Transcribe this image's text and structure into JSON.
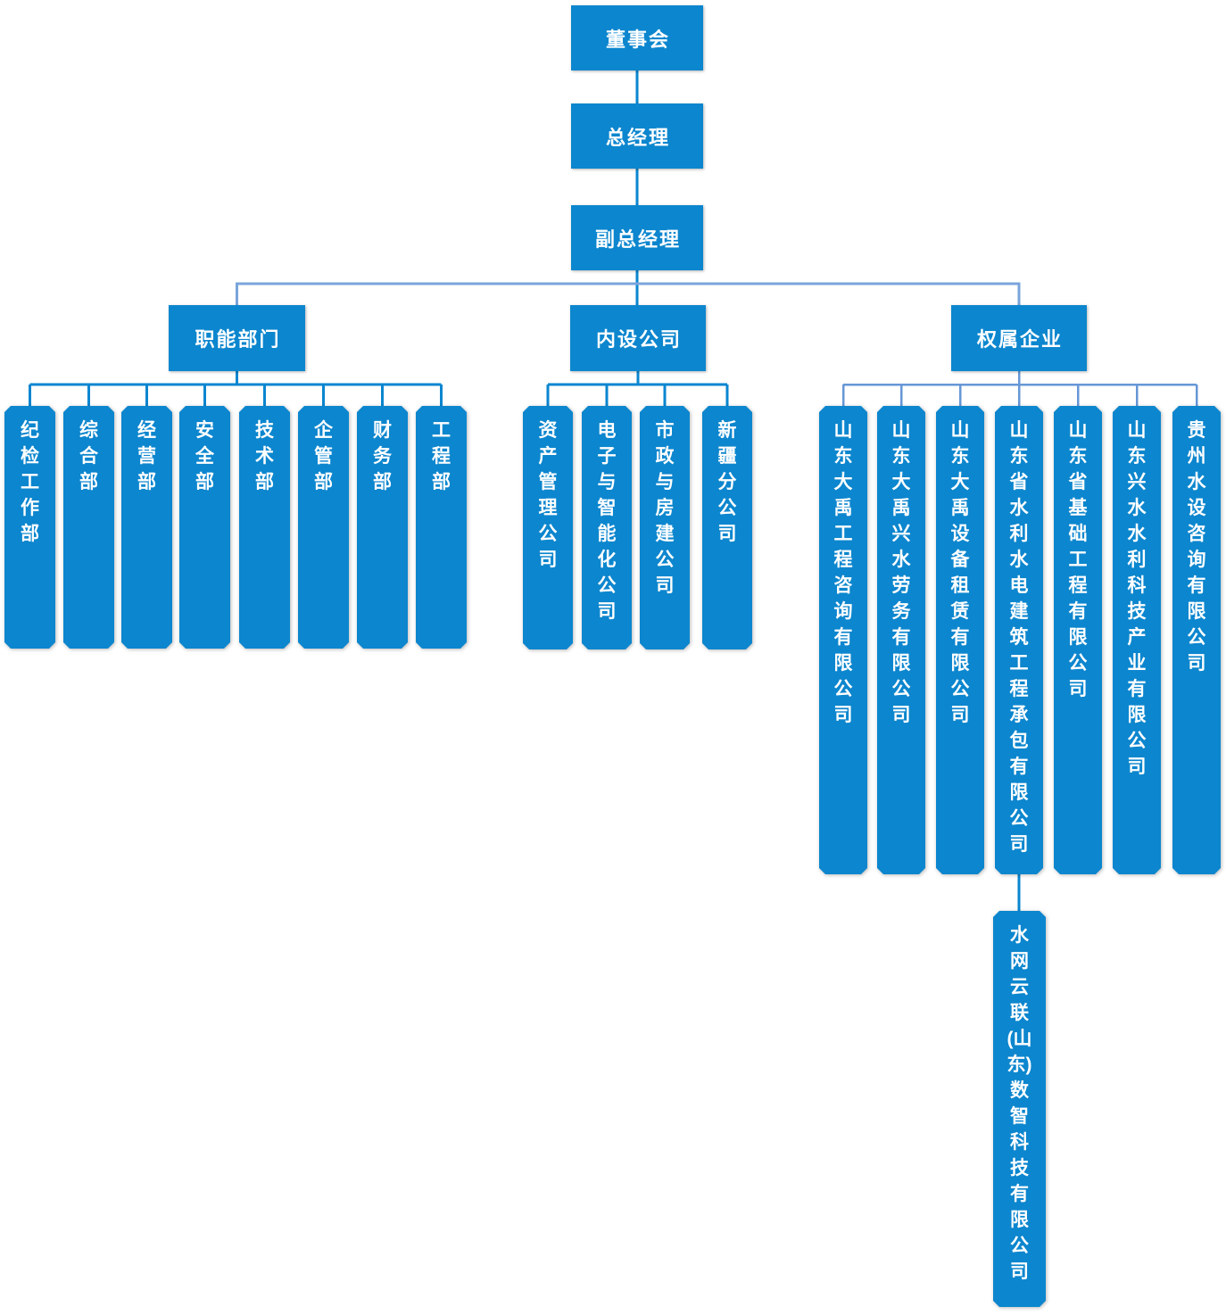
{
  "chart": {
    "type": "org-chart",
    "chain": [
      {
        "label": "董事会"
      },
      {
        "label": "总经理"
      },
      {
        "label": "副总经理"
      }
    ],
    "branches": [
      {
        "label": "职能部门",
        "children": [
          "纪检工作部",
          "综合部",
          "经营部",
          "安全部",
          "技术部",
          "企管部",
          "财务部",
          "工程部"
        ]
      },
      {
        "label": "内设公司",
        "children": [
          "资产管理公司",
          "电子与智能化公司",
          "市政与房建公司",
          "新疆分公司"
        ]
      },
      {
        "label": "权属企业",
        "children": [
          "山东大禹工程咨询有限公司",
          "山东大禹兴水劳务有限公司",
          "山东大禹设备租赁有限公司",
          "山东省水利水电建筑工程承包有限公司",
          "山东省基础工程有限公司",
          "山东兴水水利科技产业有限公司",
          "贵州水设咨询有限公司"
        ],
        "grandchild": {
          "label": "水网云联(山东)数智科技有限公司",
          "parent_index": 3
        }
      }
    ],
    "colors": {
      "node_fill": "#0c86ce",
      "node_text": "#ffffff",
      "connector_strong": "#0a86d0",
      "connector_light": "#7aa4db",
      "connector_muted": "#6697d6"
    }
  }
}
